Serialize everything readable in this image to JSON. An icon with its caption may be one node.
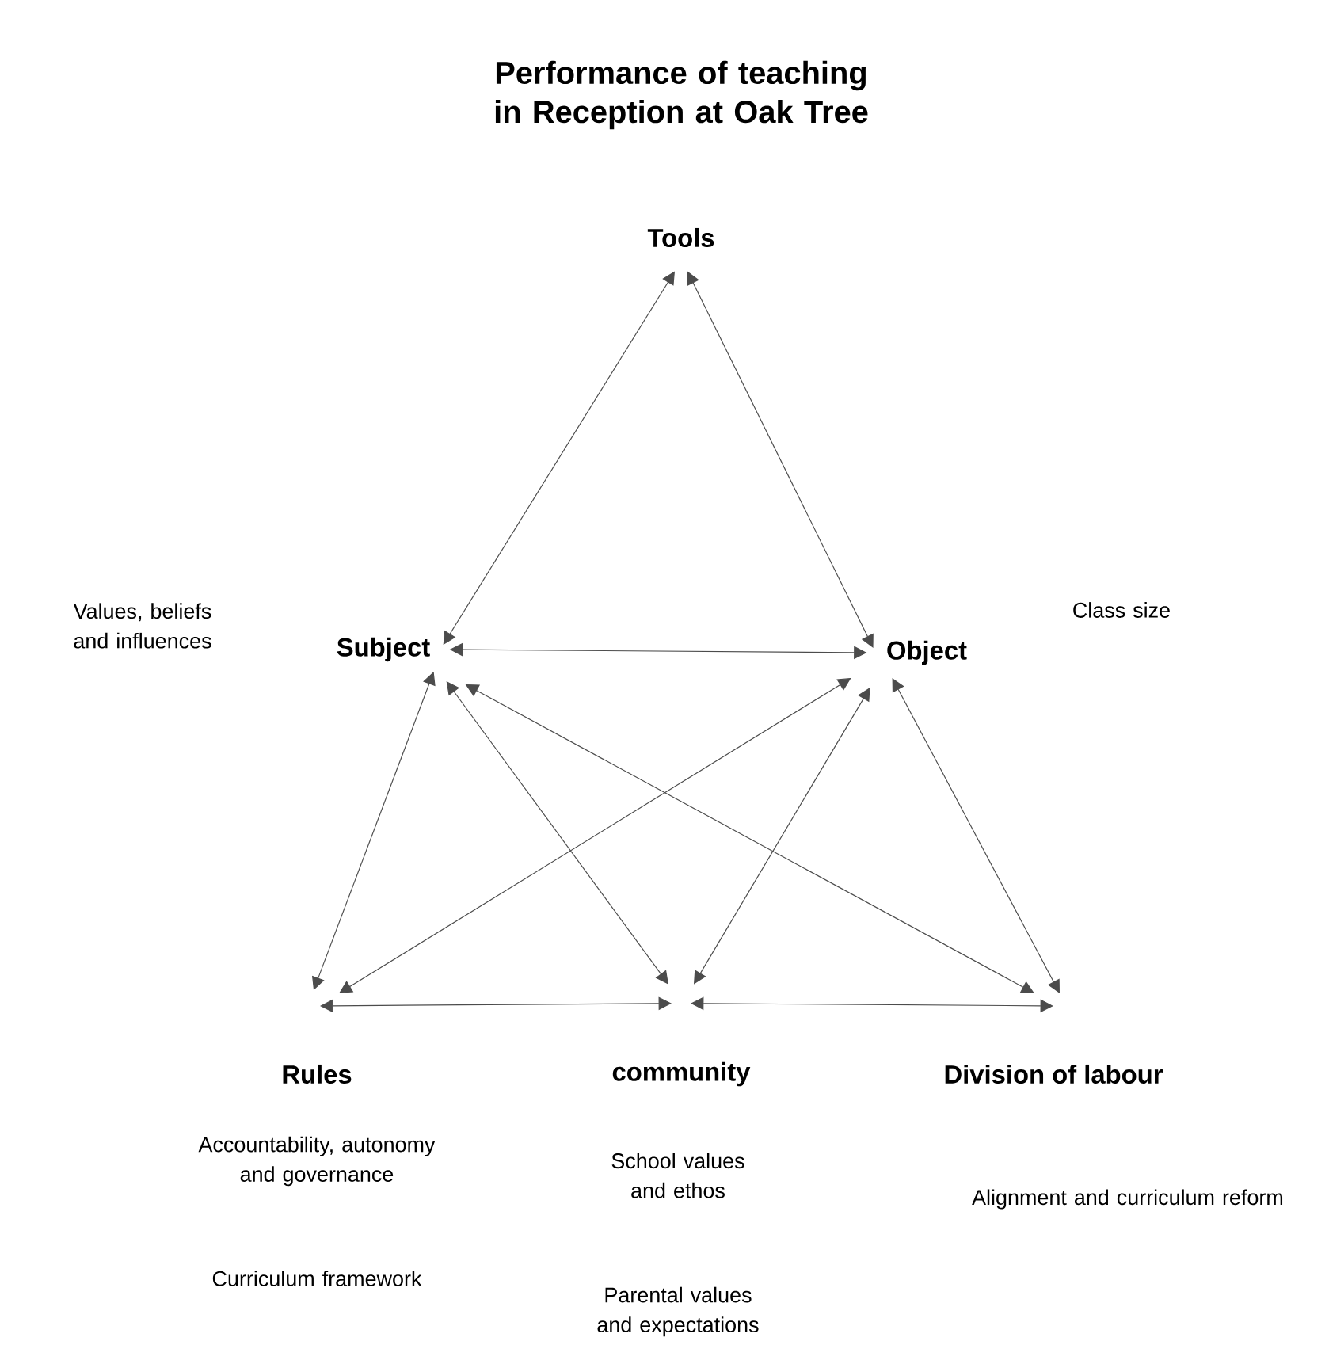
{
  "diagram": {
    "title": "Performance of teaching in Reception at Oak Tree",
    "nodes": [
      {
        "text": [
          "Tools"
        ]
      },
      {
        "text": [
          "Subject"
        ]
      },
      {
        "text": [
          "Object"
        ]
      },
      {
        "text": [
          "Rules"
        ]
      },
      {
        "text": [
          "community"
        ]
      },
      {
        "text": [
          "Division of labour"
        ]
      }
    ],
    "edges": [
      {
        "from": 0,
        "to": 1,
        "arrow": "both"
      },
      {
        "from": 0,
        "to": 2,
        "arrow": "both"
      },
      {
        "from": 1,
        "to": 2,
        "arrow": "both"
      },
      {
        "from": 1,
        "to": 3,
        "arrow": "both"
      },
      {
        "from": 1,
        "to": 4,
        "arrow": "both"
      },
      {
        "from": 1,
        "to": 5,
        "arrow": "both"
      },
      {
        "from": 2,
        "to": 3,
        "arrow": "both"
      },
      {
        "from": 2,
        "to": 4,
        "arrow": "both"
      },
      {
        "from": 2,
        "to": 5,
        "arrow": "both"
      },
      {
        "from": 3,
        "to": 4,
        "arrow": "both"
      },
      {
        "from": 4,
        "to": 5,
        "arrow": "both"
      }
    ],
    "labels": [
      "Values, beliefs and influences",
      "Class size",
      "Accountability, autonomy and governance",
      "School values and ethos",
      "Alignment and curriculum reform",
      "Curriculum framework",
      "Parental values and expectations"
    ]
  }
}
